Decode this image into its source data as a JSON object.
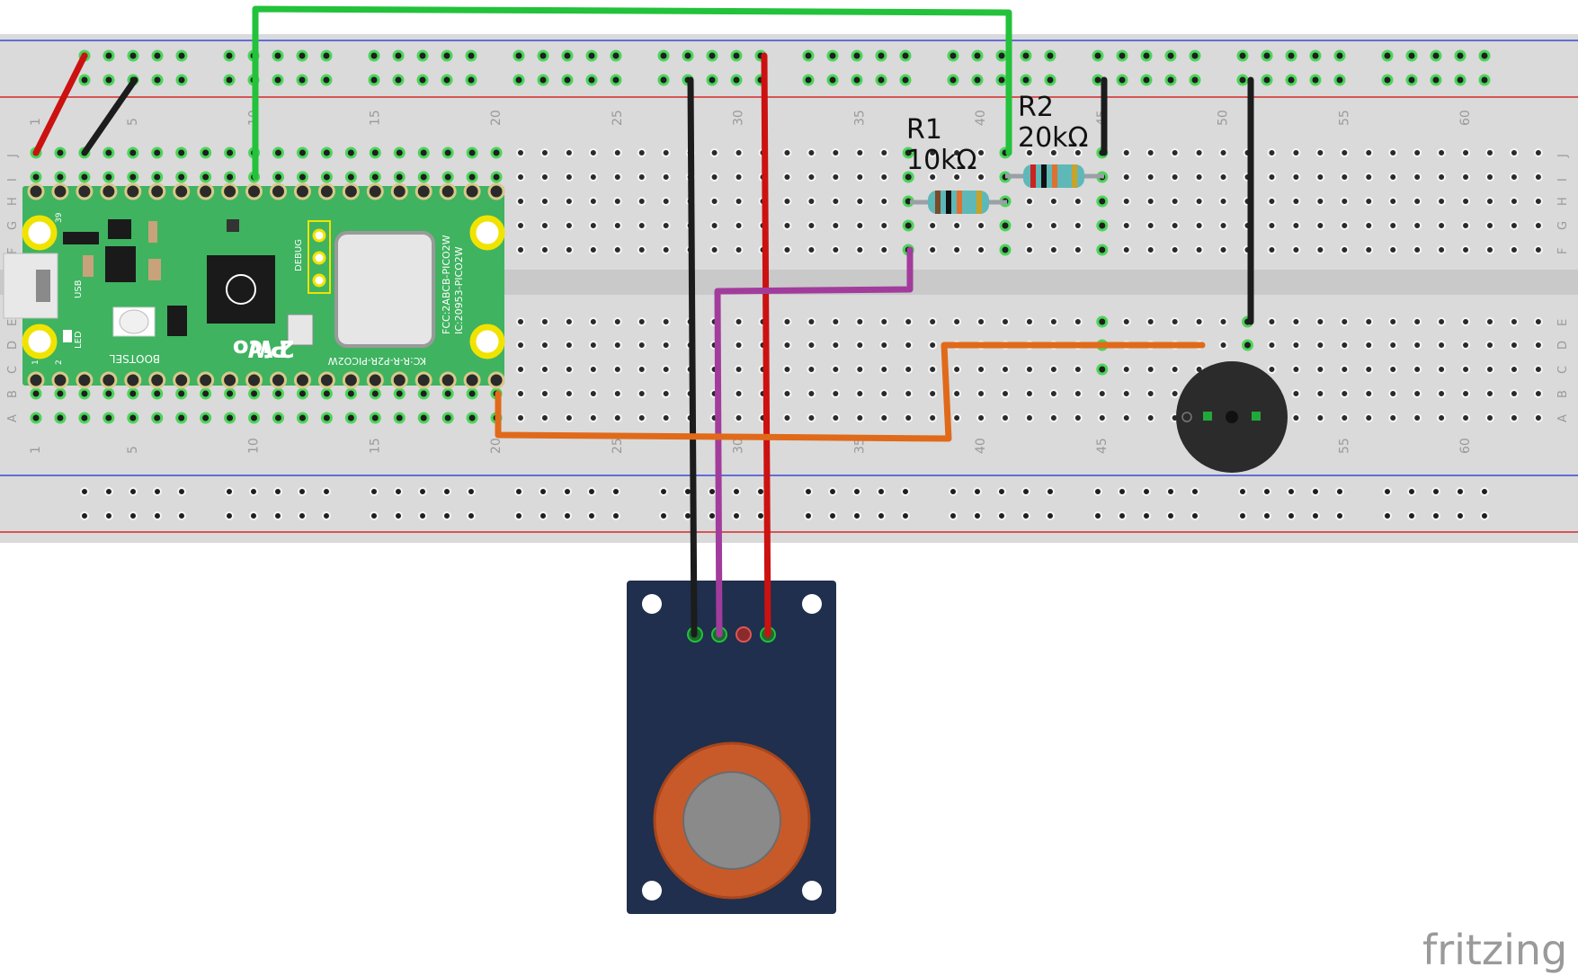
{
  "board": {
    "row_letters_top": [
      "J",
      "I",
      "H",
      "G",
      "F"
    ],
    "row_letters_bottom": [
      "E",
      "D",
      "C",
      "B",
      "A"
    ],
    "column_numbers": [
      "1",
      "5",
      "10",
      "15",
      "20",
      "25",
      "30",
      "35",
      "40",
      "45",
      "50",
      "55",
      "60"
    ]
  },
  "resistors": [
    {
      "name": "R1",
      "value": "10kΩ"
    },
    {
      "name": "R2",
      "value": "20kΩ"
    }
  ],
  "pico": {
    "model_pico": "Pico",
    "model_num": "2",
    "model_w": "W",
    "bootsel": "BOOTSEL",
    "led": "LED",
    "usb": "USB",
    "debug": "DEBUG",
    "fcc": "FCC:2ABCB-PICO2W",
    "ic": "IC:20953-PICO2W",
    "kc": "KC:R-R-P2R-PICO2W",
    "pin_39": "39",
    "pin_1": "1",
    "pin_2": "2"
  },
  "watermark": "fritzing",
  "colors": {
    "breadboard": "#d9d9d9",
    "rail_red": "#d42a2a",
    "rail_blue": "#3b4bd8",
    "pico_green": "#3fb360",
    "sensor_blue": "#1f2f4d",
    "sensor_ring": "#c85a2a",
    "wire_green": "#22c23a",
    "wire_red": "#cc1111",
    "wire_black": "#1c1c1c",
    "wire_orange": "#e06a1a",
    "wire_purple": "#a23c9c"
  }
}
